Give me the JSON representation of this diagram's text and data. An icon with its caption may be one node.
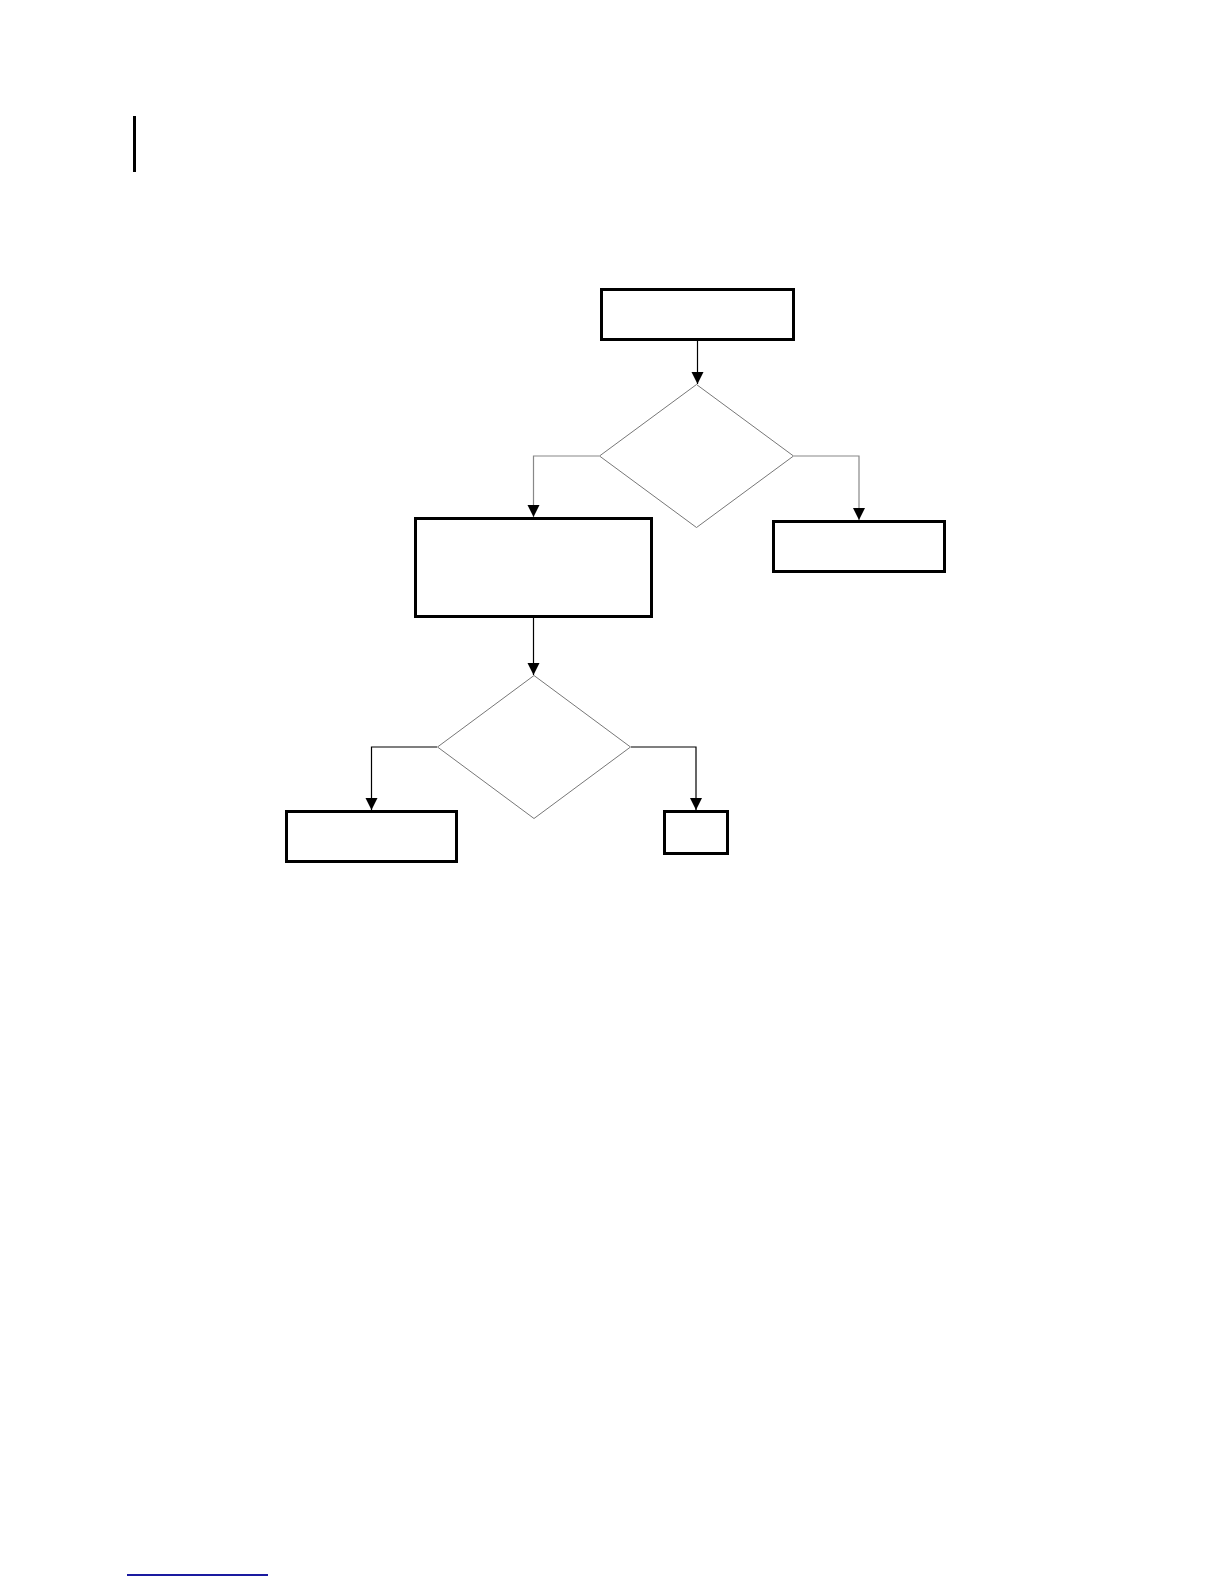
{
  "diagram": {
    "nodes": [
      {
        "text": [],
        "shape": "box"
      },
      {
        "text": [],
        "shape": "diamond"
      },
      {
        "text": [],
        "shape": "box"
      },
      {
        "text": [],
        "shape": "box"
      },
      {
        "text": [],
        "shape": "diamond"
      },
      {
        "text": [],
        "shape": "box"
      },
      {
        "text": [],
        "shape": "box"
      }
    ],
    "edges": [
      {
        "from": 0,
        "to": 1,
        "arrow": "to"
      },
      {
        "from": 1,
        "to": 2,
        "arrow": "to",
        "color": "#888888"
      },
      {
        "from": 1,
        "to": 3,
        "arrow": "to",
        "color": "#888888"
      },
      {
        "from": 2,
        "to": 4,
        "arrow": "to"
      },
      {
        "from": 4,
        "to": 5,
        "arrow": "to"
      },
      {
        "from": 4,
        "to": 6,
        "arrow": "to"
      }
    ]
  }
}
